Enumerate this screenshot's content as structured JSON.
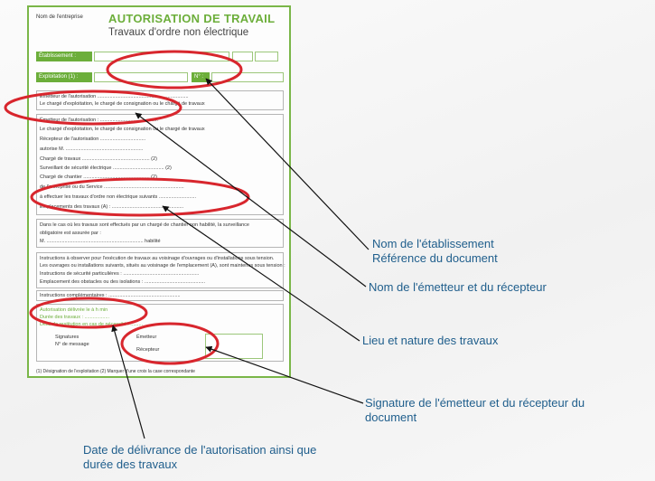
{
  "form": {
    "company_label": "Nom de l'entreprise",
    "title": "AUTORISATION DE TRAVAIL",
    "subtitle": "Travaux d'ordre non électrique",
    "etablissement_label": "Établissement :",
    "exploitation_label": "Exploitation (1) :",
    "number_label": "N° :",
    "s1": {
      "l1": "Émetteur de l'autorisation ..................................................................",
      "l2": "Le chargé d'exploitation, le chargé de consignation  ou le chargé de travaux"
    },
    "s2": {
      "l1": "Émetteur de l'autorisation : ..........................................",
      "l2": "Le chargé d'exploitation, le chargé de consignation ou le chargé de travaux",
      "l3": "Récepteur de l'autorisation  .................................",
      "l4": "autorise M. ........................................................",
      "l5": "Chargé de travaux .................................................   (2)",
      "l6": "Surveillant de sécurité électrique  .....................................   (2)",
      "l7": "Chargé de chantier  ................................................   (2)",
      "l8": "de l'entreprise ou du Service  ..........................................................",
      "l9": "à effectuer les travaux d'ordre non électrique suivants ...........................",
      "l10": "Emplacements des travaux (A) : ...................................................."
    },
    "s3": {
      "l1": "Dans le cas où les travaux sont effectués par un chargé de chantier non habilité, la surveillance",
      "l2": "obligatoire est assurée par :",
      "l3": "M. ...................................................................... habilité"
    },
    "s4": {
      "l1": "Instructions à observer pour l'exécution de travaux au voisinage d'ouvrages ou d'installations sous tension.",
      "l2": "Les ouvrages ou installations suivants, situés au voisinage de l'emplacement (A), sont maintenus sous tension :",
      "l3": "Instructions de sécurité particulières : .......................................................",
      "l4": "Emplacement des obstacles ou des isolations : ............................................"
    },
    "s5": {
      "l1": "Instructions complémentaires : ...................................................."
    },
    "s6": {
      "l1": "Autorisation délivrée le           à        h        min",
      "l2": "Durée des travaux : ..................",
      "l3": "Délai de restitution en cas de nécessité : .........",
      "signatures": "Signatures",
      "message": "N° de message",
      "emetteur": "Émetteur",
      "recepteur": "Récepteur"
    },
    "footnote": "(1) Désignation de l'exploitation   (2) Marquer d'une croix la case correspondante"
  },
  "callouts": {
    "c1_line1": "Nom de l'établissement",
    "c1_line2": "Référence du document",
    "c2": "Nom de l'émetteur et du récepteur",
    "c3": "Lieu et nature des travaux",
    "c4_line1": "Signature de l'émetteur et du récepteur du",
    "c4_line2": "document",
    "c5_line1": "Date de délivrance de l'autorisation ainsi que",
    "c5_line2": "durée des travaux"
  },
  "colors": {
    "form_green": "#6cae3a",
    "ellipse_red": "#d8262d",
    "callout_blue": "#1f5e8c",
    "arrow": "#111111"
  }
}
